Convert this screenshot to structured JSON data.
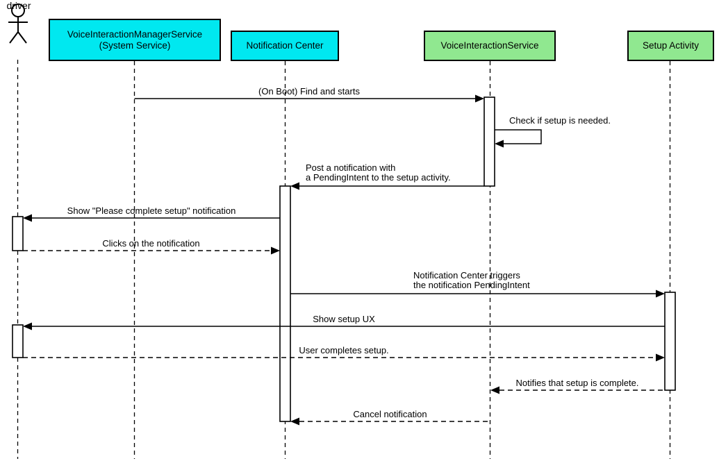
{
  "diagram_type": "uml-sequence",
  "colors": {
    "system_service_fill": "#00e8f0",
    "app_component_fill": "#90e890",
    "line": "#000000",
    "background": "#ffffff"
  },
  "actor": {
    "label": "driver"
  },
  "participants": [
    {
      "label": "VoiceInteractionManagerService\n(System Service)",
      "kind": "system"
    },
    {
      "label": "Notification Center",
      "kind": "system"
    },
    {
      "label": "VoiceInteractionService",
      "kind": "app"
    },
    {
      "label": "Setup Activity",
      "kind": "app"
    }
  ],
  "messages": [
    {
      "text": "(On Boot) Find and starts",
      "from": "VoiceInteractionManagerService (System Service)",
      "to": "VoiceInteractionService",
      "line": "solid"
    },
    {
      "text": "Check if setup is needed.",
      "from": "VoiceInteractionService",
      "to": "VoiceInteractionService",
      "line": "solid",
      "self_message": true
    },
    {
      "text": "Post a notification with\na PendingIntent to the setup activity.",
      "from": "VoiceInteractionService",
      "to": "Notification Center",
      "line": "solid"
    },
    {
      "text": "Show \"Please complete setup\" notification",
      "from": "Notification Center",
      "to": "driver",
      "line": "solid"
    },
    {
      "text": "Clicks on the notification",
      "from": "driver",
      "to": "Notification Center",
      "line": "dashed"
    },
    {
      "text": "Notification Center triggers\nthe notification PendingIntent",
      "from": "Notification Center",
      "to": "Setup Activity",
      "line": "solid"
    },
    {
      "text": "Show setup UX",
      "from": "Setup Activity",
      "to": "driver",
      "line": "solid"
    },
    {
      "text": "User completes setup.",
      "from": "driver",
      "to": "Setup Activity",
      "line": "dashed"
    },
    {
      "text": "Notifies that setup is complete.",
      "from": "Setup Activity",
      "to": "VoiceInteractionService",
      "line": "dashed"
    },
    {
      "text": "Cancel notification",
      "from": "VoiceInteractionService",
      "to": "Notification Center",
      "line": "dashed"
    }
  ]
}
